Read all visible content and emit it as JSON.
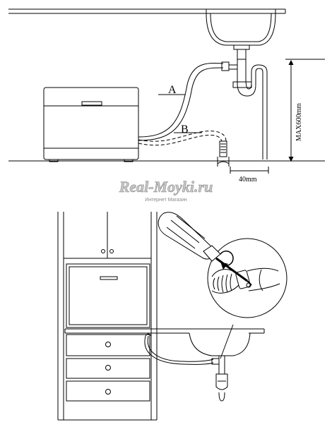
{
  "diagram": {
    "top": {
      "label_a": "A",
      "label_b": "B",
      "label_max_height": "MAX600mm",
      "label_distance": "40mm"
    },
    "watermark": {
      "brand": "Real-Moyki.ru",
      "subtitle": "Интернет Магазин"
    }
  }
}
